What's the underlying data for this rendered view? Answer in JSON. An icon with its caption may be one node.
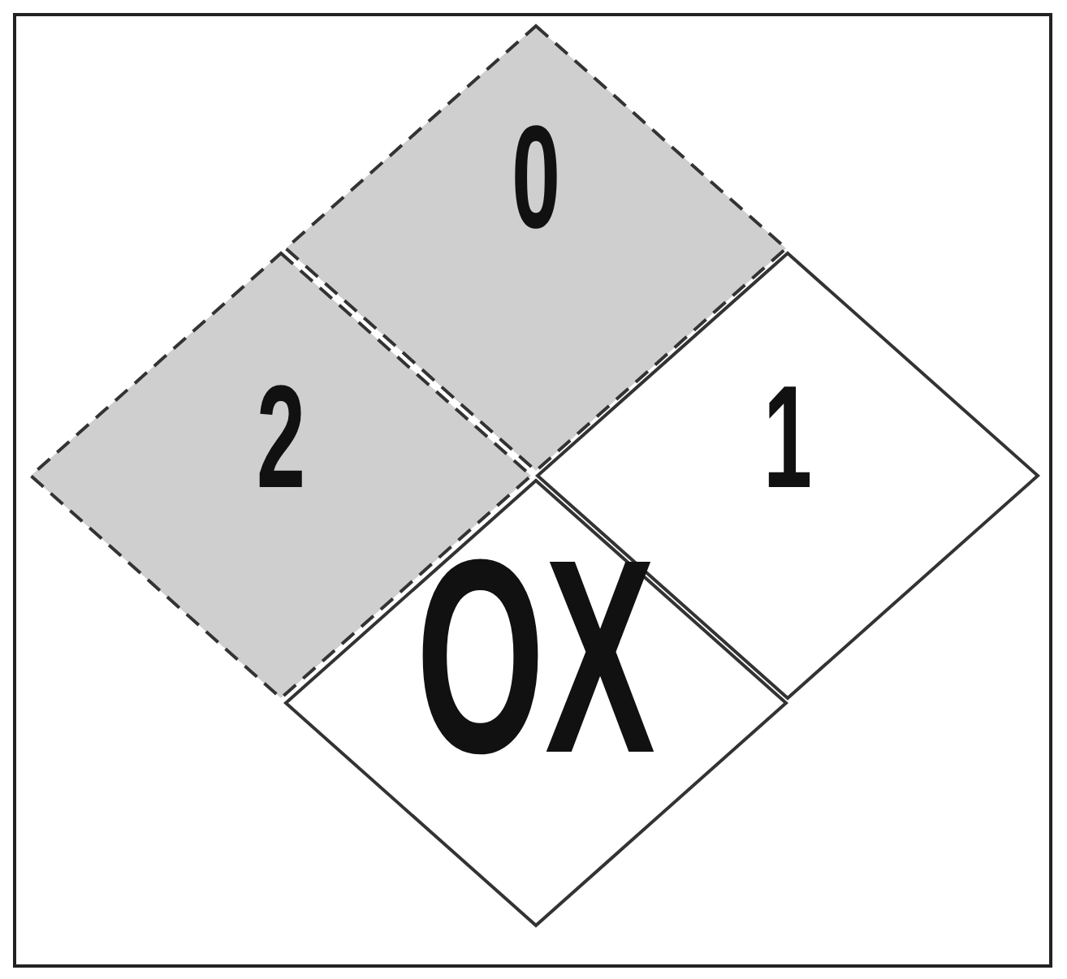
{
  "diagram": {
    "nodes": [
      {
        "text": [
          "0"
        ]
      },
      {
        "text": [
          "2"
        ]
      },
      {
        "text": [
          "1"
        ]
      },
      {
        "text": [
          "OX"
        ]
      }
    ]
  }
}
